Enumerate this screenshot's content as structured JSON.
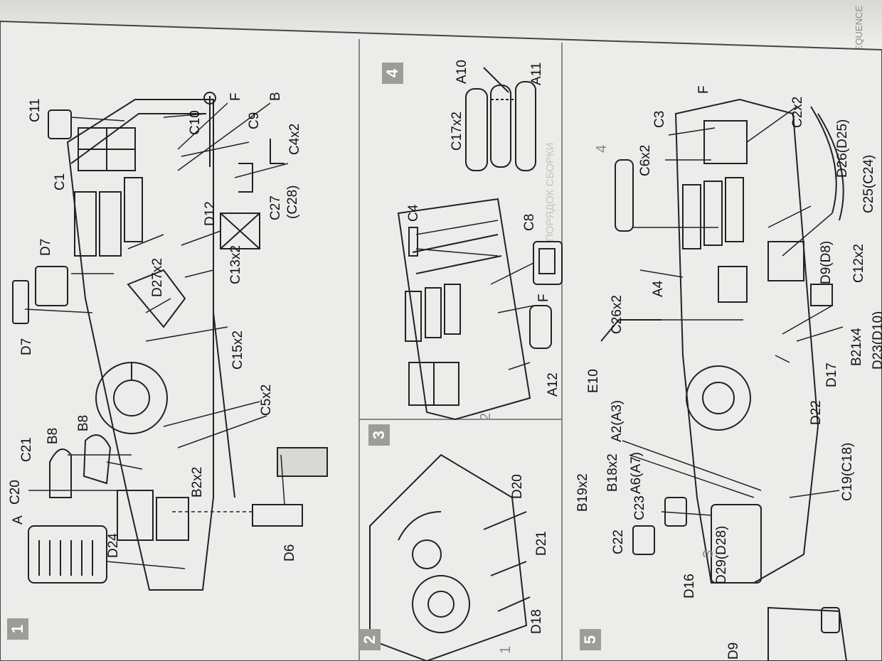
{
  "steps": [
    {
      "id": "1",
      "number": "1"
    },
    {
      "id": "2",
      "number": "2"
    },
    {
      "id": "3",
      "number": "3"
    },
    {
      "id": "4",
      "number": "4"
    },
    {
      "id": "5",
      "number": "5"
    }
  ],
  "sub_steps": [
    "1",
    "2",
    "3",
    "4"
  ],
  "labels": {
    "c11": "C11",
    "c1": "C1",
    "d7_a": "D7",
    "d7_b": "D7",
    "d27x2": "D27x2",
    "c10": "C10",
    "f_a": "F",
    "b_a": "B",
    "c9": "C9",
    "c4x2": "C4x2",
    "c27": "C27",
    "c28": "(C28)",
    "d12": "D12",
    "c13x2": "C13x2",
    "c15x2": "C15x2",
    "c5x2": "C5x2",
    "c21": "C21",
    "b8_a": "B8",
    "b8_b": "B8",
    "c20": "C20",
    "a": "A",
    "b2x2": "B2x2",
    "d24": "D24",
    "d6": "D6",
    "c4": "C4",
    "c8": "C8",
    "f_b": "F",
    "a12": "A12",
    "d20": "D20",
    "d21": "D21",
    "d18": "D18",
    "a10": "A10",
    "a11": "A11",
    "c17x2": "C17x2",
    "f_c": "F",
    "c3": "C3",
    "c6x2": "C6x2",
    "c2x2": "C2x2",
    "d26": "D26(D25)",
    "c25": "C25(C24)",
    "c26x2": "C26x2",
    "a4": "A4",
    "e10": "E10",
    "a2": "A2(A3)",
    "b18x2": "B18x2",
    "a6": "A6(A7)",
    "b19x2": "B19x2",
    "c23": "C23",
    "c22": "C22",
    "d16": "D16",
    "d29": "D29(D28)",
    "c19": "C19(C18)",
    "d22": "D22",
    "d17": "D17",
    "b21x4": "B21x4",
    "c12x2": "C12x2",
    "d9_a": "D9(D8)",
    "d23": "D23(D10)",
    "d9_b": "D9"
  },
  "bleed_text": [
    "ПОРЯДОК СБОРКИ",
    "SEQUENCE"
  ],
  "colors": {
    "paper": "#e8e8e5",
    "ink": "#1a1a1a",
    "step_box": "#9c9c98"
  }
}
